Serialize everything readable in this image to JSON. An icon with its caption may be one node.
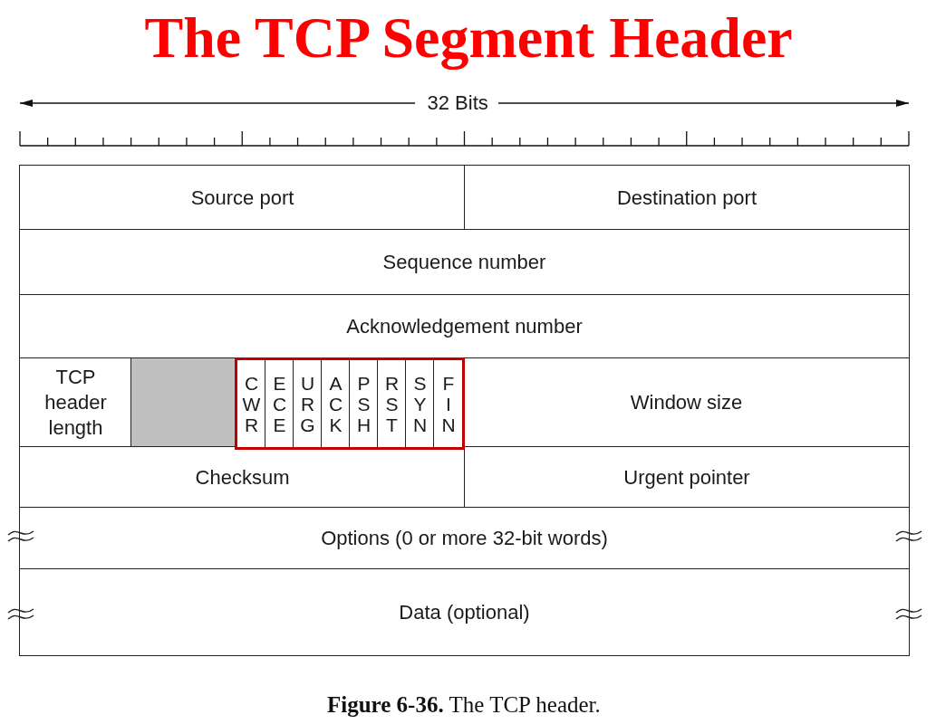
{
  "diagram": {
    "title": "The TCP Segment Header",
    "caption": "**Figure 6-36.** The TCP header.",
    "nodes": [
      {
        "text": [
          "Source port"
        ]
      },
      {
        "text": [
          "Destination port"
        ]
      },
      {
        "text": [
          "Sequence number"
        ]
      },
      {
        "text": [
          "Acknowledgement number"
        ]
      },
      {
        "text": [
          "TCP header length"
        ]
      },
      {
        "text": [],
        "shape": "box"
      },
      {
        "text": [],
        "shape": "box"
      },
      {
        "text": [
          "CWR"
        ],
        "in": 6
      },
      {
        "text": [
          "ECE"
        ],
        "in": 6
      },
      {
        "text": [
          "URG"
        ],
        "in": 6
      },
      {
        "text": [
          "ACK"
        ],
        "in": 6
      },
      {
        "text": [
          "PSH"
        ],
        "in": 6
      },
      {
        "text": [
          "RST"
        ],
        "in": 6
      },
      {
        "text": [
          "SYN"
        ],
        "in": 6
      },
      {
        "text": [
          "FIN"
        ],
        "in": 6
      },
      {
        "text": [
          "Window size"
        ]
      },
      {
        "text": [
          "Checksum"
        ]
      },
      {
        "text": [
          "Urgent pointer"
        ]
      },
      {
        "text": [
          "Options (0 or more 32-bit words)"
        ]
      },
      {
        "text": [
          "Data (optional)"
        ]
      }
    ],
    "labels": [
      "32 Bits"
    ]
  }
}
